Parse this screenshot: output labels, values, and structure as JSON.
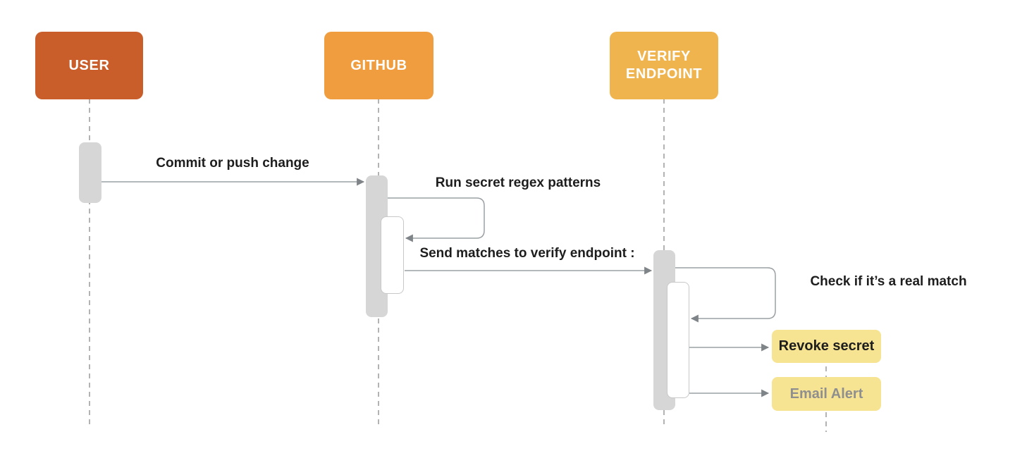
{
  "diagram": {
    "actors": [
      {
        "label": "USER",
        "color": "#c95e2b"
      },
      {
        "label": "GITHUB",
        "color": "#ef9d3e"
      },
      {
        "label": "VERIFY ENDPOINT",
        "color": "#f0b44f"
      }
    ],
    "messages": [
      {
        "label": "Commit or push change",
        "from": "USER",
        "to": "GITHUB",
        "kind": "arrow"
      },
      {
        "label": "Run secret regex patterns",
        "from": "GITHUB",
        "to": "GITHUB",
        "kind": "self-loop"
      },
      {
        "label": "Send matches to verify endpoint :",
        "from": "GITHUB",
        "to": "VERIFY ENDPOINT",
        "kind": "arrow"
      },
      {
        "label": "Check if it’s a real match",
        "from": "VERIFY ENDPOINT",
        "to": "VERIFY ENDPOINT",
        "kind": "self-loop"
      }
    ],
    "notes": [
      {
        "label": "Revoke secret",
        "bg": "#f7e493",
        "text_color": "#1d1d1d"
      },
      {
        "label": "Email Alert",
        "bg": "#f7e493",
        "text_color": "#8f8f8f"
      }
    ],
    "colors": {
      "background": "#ffffff",
      "line": "#9aa0a4",
      "arrowhead": "#7f8488",
      "activation_bar": "#d6d6d6",
      "nested_bar_border": "#c8c8c8",
      "lifeline": "#b3b3b3",
      "text": "#1d1d1d"
    }
  }
}
